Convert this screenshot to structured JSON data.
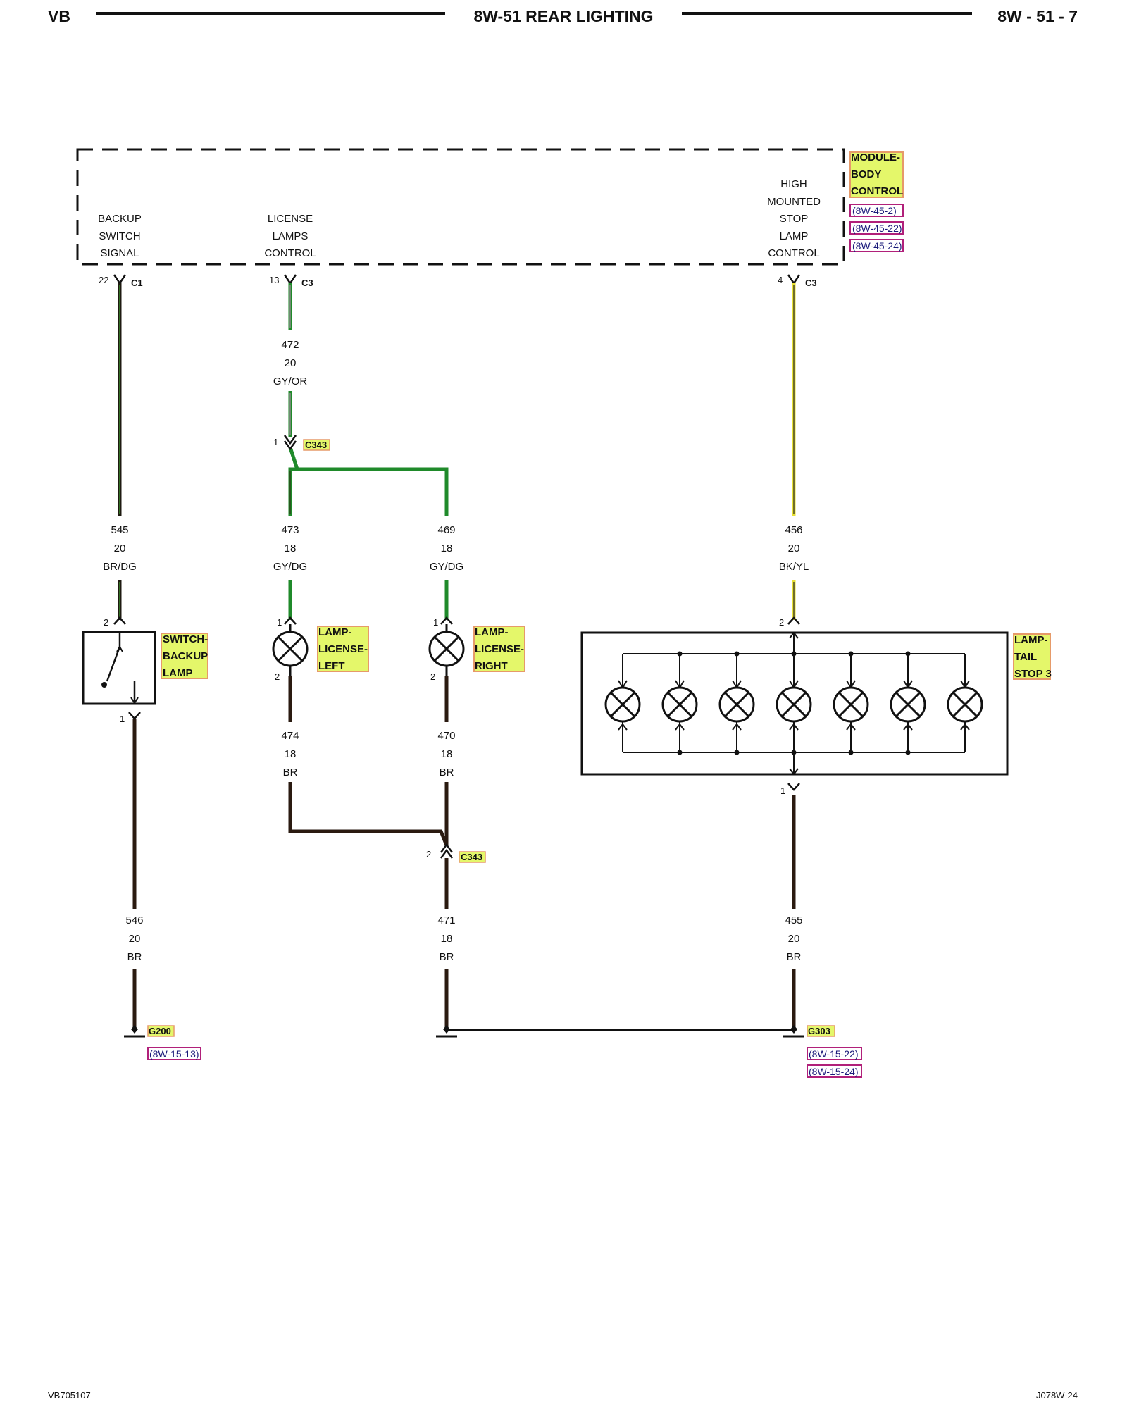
{
  "header": {
    "left": "VB",
    "title": "8W-51 REAR LIGHTING",
    "right": "8W - 51 - 7"
  },
  "footer": {
    "left": "VB705107",
    "right": "J078W-24"
  },
  "colors": {
    "highlight": "#e4f76a",
    "highlight_border": "#e69a6a",
    "ref_border": "#b1207a",
    "wire_green": "#1f8a2a",
    "wire_yellow": "#e8e033",
    "wire_dark": "#2a1a10"
  },
  "module": {
    "name_lines": [
      "MODULE-",
      "BODY",
      "CONTROL"
    ],
    "refs": [
      "(8W-45-2)",
      "(8W-45-22)",
      "(8W-45-24)"
    ],
    "signals": {
      "backup": [
        "BACKUP",
        "SWITCH",
        "SIGNAL"
      ],
      "license": [
        "LICENSE",
        "LAMPS",
        "CONTROL"
      ],
      "chmsl": [
        "HIGH",
        "MOUNTED",
        "STOP",
        "LAMP",
        "CONTROL"
      ]
    },
    "pins": {
      "backup": {
        "pin": "22",
        "conn": "C1"
      },
      "license": {
        "pin": "13",
        "conn": "C3"
      },
      "chmsl": {
        "pin": "4",
        "conn": "C3"
      }
    }
  },
  "wires": {
    "w472": [
      "472",
      "20",
      "GY/OR"
    ],
    "w545": [
      "545",
      "20",
      "BR/DG"
    ],
    "w473": [
      "473",
      "18",
      "GY/DG"
    ],
    "w469": [
      "469",
      "18",
      "GY/DG"
    ],
    "w456": [
      "456",
      "20",
      "BK/YL"
    ],
    "w474": [
      "474",
      "18",
      "BR"
    ],
    "w470": [
      "470",
      "18",
      "BR"
    ],
    "w546": [
      "546",
      "20",
      "BR"
    ],
    "w471": [
      "471",
      "18",
      "BR"
    ],
    "w455": [
      "455",
      "20",
      "BR"
    ]
  },
  "connectors": {
    "c343_top": {
      "pin": "1",
      "name": "C343"
    },
    "c343_bottom": {
      "pin": "2",
      "name": "C343"
    }
  },
  "components": {
    "switch": {
      "name_lines": [
        "SWITCH-",
        "BACKUP",
        "LAMP"
      ],
      "pin_top": "2",
      "pin_bottom": "1"
    },
    "lamp_left": {
      "name_lines": [
        "LAMP-",
        "LICENSE-",
        "LEFT"
      ],
      "pin_top": "1",
      "pin_bottom": "2"
    },
    "lamp_right": {
      "name_lines": [
        "LAMP-",
        "LICENSE-",
        "RIGHT"
      ],
      "pin_top": "1",
      "pin_bottom": "2"
    },
    "tail": {
      "name_lines": [
        "LAMP-",
        "TAIL",
        "STOP 3"
      ],
      "pin_top": "2",
      "pin_bottom": "1"
    }
  },
  "grounds": {
    "g200": {
      "name": "G200",
      "refs": [
        "(8W-15-13)"
      ]
    },
    "g303": {
      "name": "G303",
      "refs": [
        "(8W-15-22)",
        "(8W-15-24)"
      ]
    }
  }
}
